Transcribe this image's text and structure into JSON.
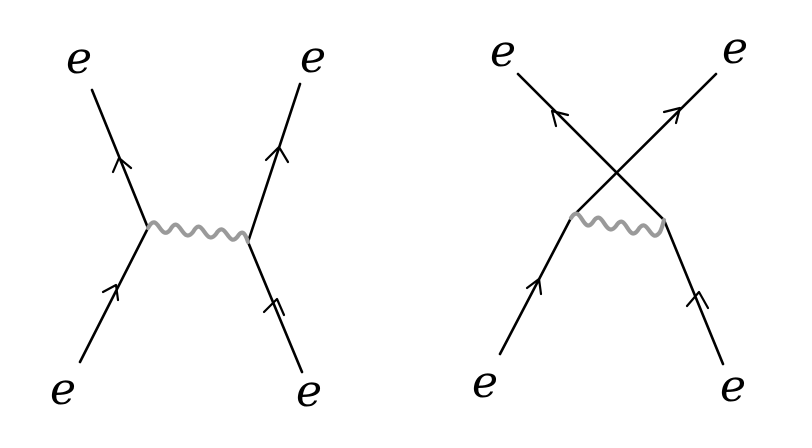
{
  "diagrams": [
    {
      "id": "t-channel",
      "labels": {
        "top_left": "e",
        "top_right": "e",
        "bottom_left": "e",
        "bottom_right": "e"
      }
    },
    {
      "id": "u-channel",
      "labels": {
        "top_left": "e",
        "top_right": "e",
        "bottom_left": "e",
        "bottom_right": "e"
      }
    }
  ],
  "colors": {
    "fermion_line": "#000000",
    "photon_line": "#9a9a9a",
    "background": "#ffffff"
  }
}
